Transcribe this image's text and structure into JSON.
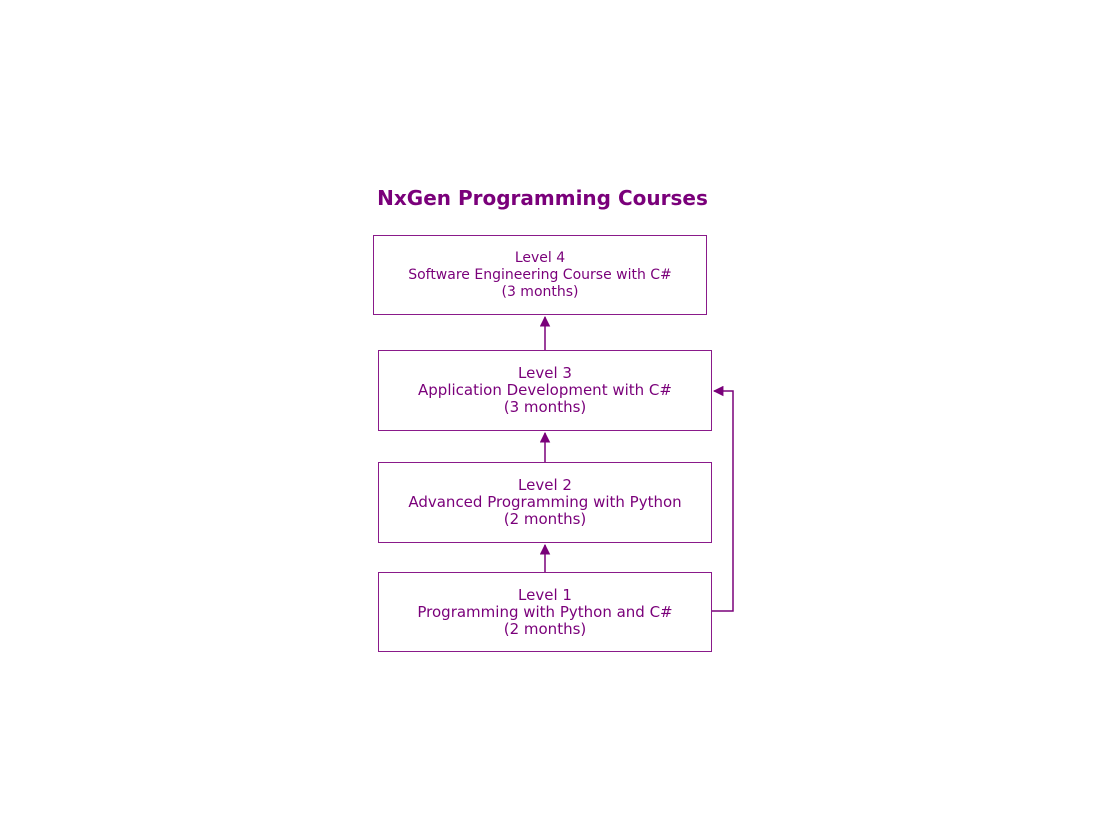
{
  "diagram": {
    "title": "NxGen Programming Courses",
    "accent_color": "#7a007a",
    "nodes": [
      {
        "id": "level4",
        "level": "Level 4",
        "name": "Software Engineering Course with C#",
        "duration": "(3 months)"
      },
      {
        "id": "level3",
        "level": "Level 3",
        "name": "Application Development with C#",
        "duration": "(3 months)"
      },
      {
        "id": "level2",
        "level": "Level 2",
        "name": "Advanced Programming with Python",
        "duration": "(2 months)"
      },
      {
        "id": "level1",
        "level": "Level 1",
        "name": "Programming with Python and C#",
        "duration": "(2 months)"
      }
    ],
    "edges": [
      {
        "from": "level1",
        "to": "level2"
      },
      {
        "from": "level2",
        "to": "level3"
      },
      {
        "from": "level3",
        "to": "level4"
      },
      {
        "from": "level1",
        "to": "level3"
      }
    ]
  }
}
